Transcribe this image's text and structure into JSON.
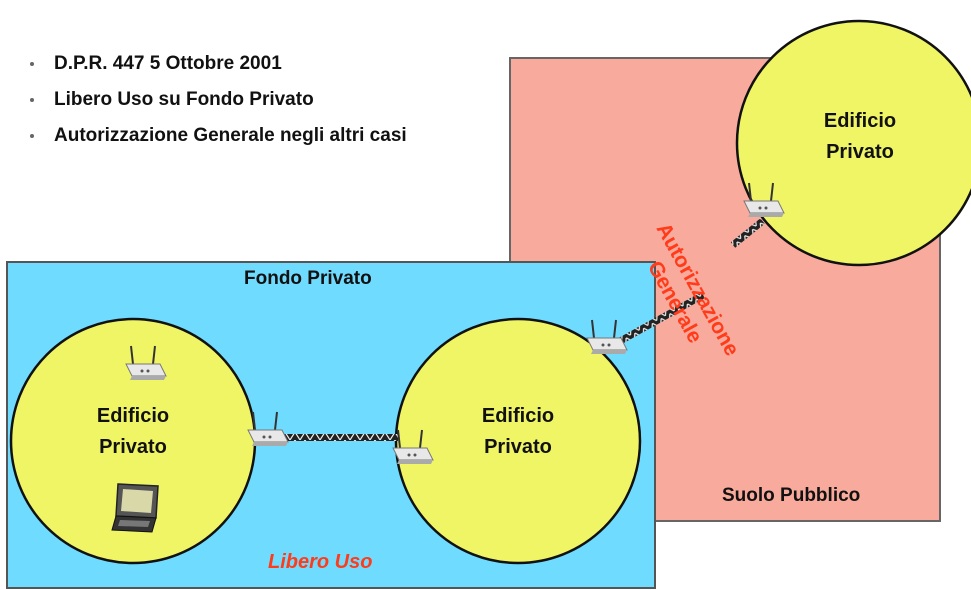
{
  "bullets": [
    "D.P.R. 447 5 Ottobre 2001",
    "Libero Uso su Fondo Privato",
    "Autorizzazione Generale negli altri casi"
  ],
  "zones": {
    "private_land": "Fondo Privato",
    "public_land": "Suolo Pubblico",
    "free_use": "Libero Uso"
  },
  "buildings": {
    "left": [
      "Edificio",
      "Privato"
    ],
    "center": [
      "Edificio",
      "Privato"
    ],
    "right": [
      "Edificio",
      "Privato"
    ]
  },
  "authorization": [
    "Autorizzazione",
    "Generale"
  ],
  "colors": {
    "private_zone": "#6fdcff",
    "public_zone": "#f8aa9c",
    "building": "#f0f566",
    "highlight_text": "#ff3b1a"
  },
  "icons": [
    "wireless-access-point-icon",
    "laptop-icon",
    "wireless-link-icon"
  ]
}
